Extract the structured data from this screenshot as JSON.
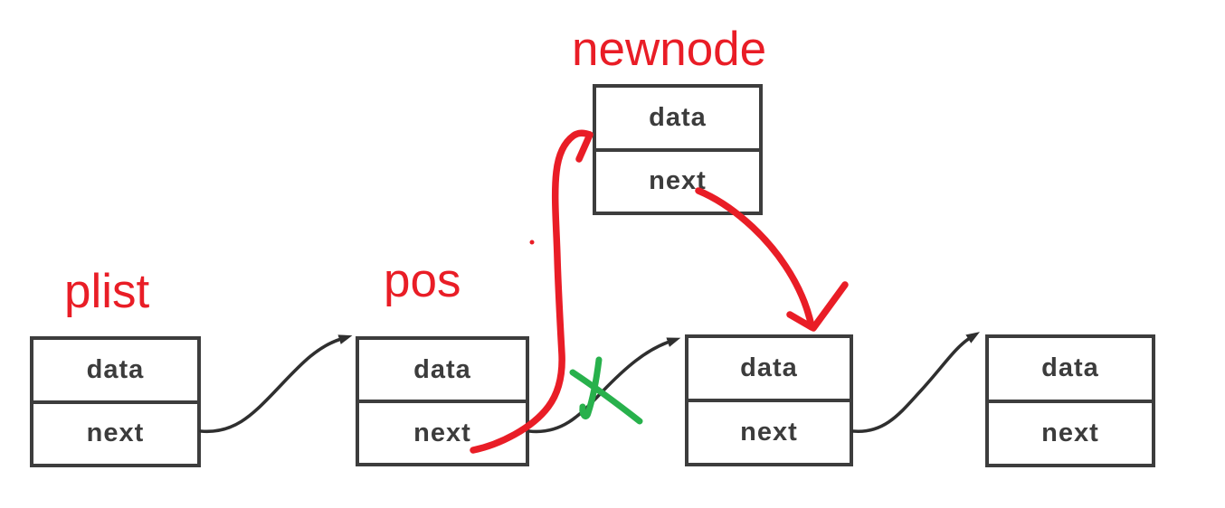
{
  "pointers": {
    "plist": "plist",
    "pos": "pos",
    "newnode": "newnode"
  },
  "nodes": [
    {
      "id": "newnode",
      "cells": [
        "data",
        "next"
      ]
    },
    {
      "id": "plist",
      "cells": [
        "data",
        "next"
      ]
    },
    {
      "id": "pos",
      "cells": [
        "data",
        "next"
      ]
    },
    {
      "id": "node3",
      "cells": [
        "data",
        "next"
      ]
    },
    {
      "id": "node4",
      "cells": [
        "data",
        "next"
      ]
    }
  ],
  "colors": {
    "annotation_red": "#e91d26",
    "annotation_green": "#28b14c",
    "line_black": "#2f2f2f",
    "box_border": "#3d3d3d",
    "cell_text": "#3c3c3c",
    "background": "#ffffff"
  }
}
